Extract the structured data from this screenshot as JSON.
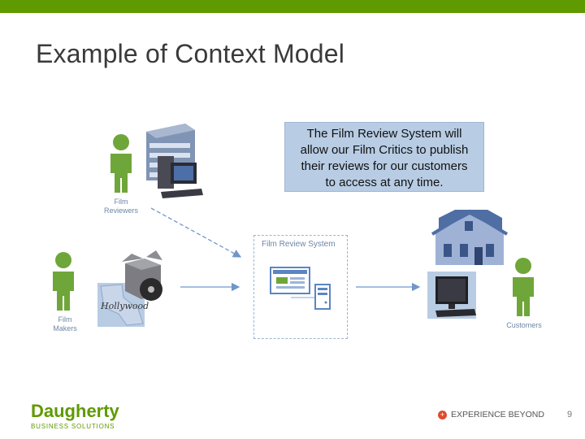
{
  "slide": {
    "title": "Example of Context Model",
    "page_number": "9",
    "accent_color": "#5f9a00"
  },
  "description": {
    "lines": [
      "The Film Review System will",
      "allow our Film Critics to publish",
      "their reviews for our customers",
      "to access at any time."
    ]
  },
  "diagram": {
    "system_label": "Film Review System",
    "actors": {
      "reviewers": [
        "Film",
        "Reviewers"
      ],
      "makers": [
        "Film",
        "Makers"
      ],
      "customers": "Customers"
    },
    "icons": [
      "person-icon",
      "office-building-icon",
      "computer-icon",
      "box-icon",
      "dvd-icon",
      "hollywood-map-icon",
      "house-icon",
      "web-page-icon",
      "server-icon",
      "desktop-monitor-icon"
    ]
  },
  "footer": {
    "brand_name": "Daugherty",
    "brand_sub": "BUSINESS SOLUTIONS",
    "tagline": "EXPERIENCE BEYOND",
    "tagline_icon": "plus-circle-icon"
  }
}
